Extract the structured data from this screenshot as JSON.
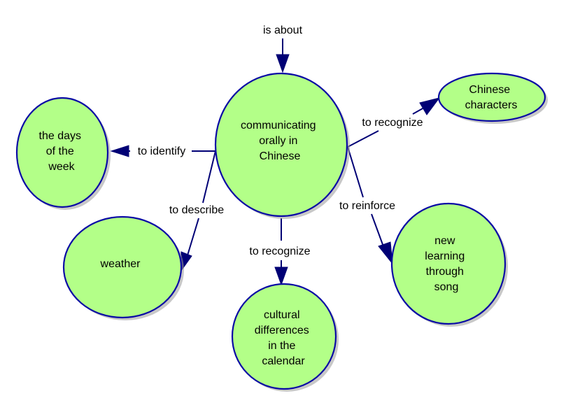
{
  "diagram": {
    "type": "concept-map",
    "colors": {
      "node_fill": "#b3ff88",
      "node_stroke": "#0a0aa5",
      "link_color": "#000075",
      "text_color": "#000000"
    },
    "root_label": "is about",
    "central_node": {
      "id": "central",
      "lines": [
        "communicating",
        "orally in",
        "Chinese"
      ]
    },
    "nodes": [
      {
        "id": "days",
        "lines": [
          "the days",
          "of the",
          "week"
        ]
      },
      {
        "id": "chinese-characters",
        "lines": [
          "Chinese",
          "characters"
        ]
      },
      {
        "id": "weather",
        "lines": [
          "weather"
        ]
      },
      {
        "id": "cultural",
        "lines": [
          "cultural",
          "differences",
          "in the",
          "calendar"
        ]
      },
      {
        "id": "song",
        "lines": [
          "new",
          "learning",
          "through",
          "song"
        ]
      }
    ],
    "links": [
      {
        "from": "root",
        "to": "central",
        "label": "is about"
      },
      {
        "from": "central",
        "to": "days",
        "label": "to identify"
      },
      {
        "from": "central",
        "to": "chinese-characters",
        "label": "to recognize"
      },
      {
        "from": "central",
        "to": "weather",
        "label": "to describe"
      },
      {
        "from": "central",
        "to": "cultural",
        "label": "to recognize"
      },
      {
        "from": "central",
        "to": "song",
        "label": "to reinforce"
      }
    ]
  }
}
